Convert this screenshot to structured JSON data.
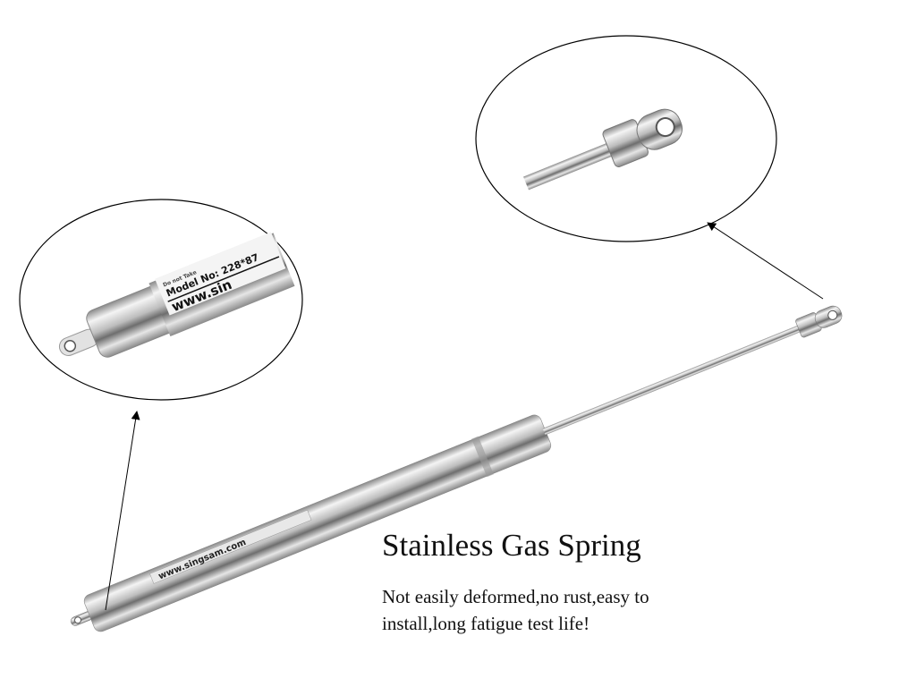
{
  "product": {
    "title": "Stainless Gas Spring",
    "description_line1": "Not easily deformed,no rust,easy to",
    "description_line2": "install,long fatigue test life!"
  },
  "labels": {
    "body_url": "www.singsam.com",
    "detail_model": "Model No: 228*87",
    "detail_url": "www.sin",
    "detail_small": "Do not Take"
  }
}
